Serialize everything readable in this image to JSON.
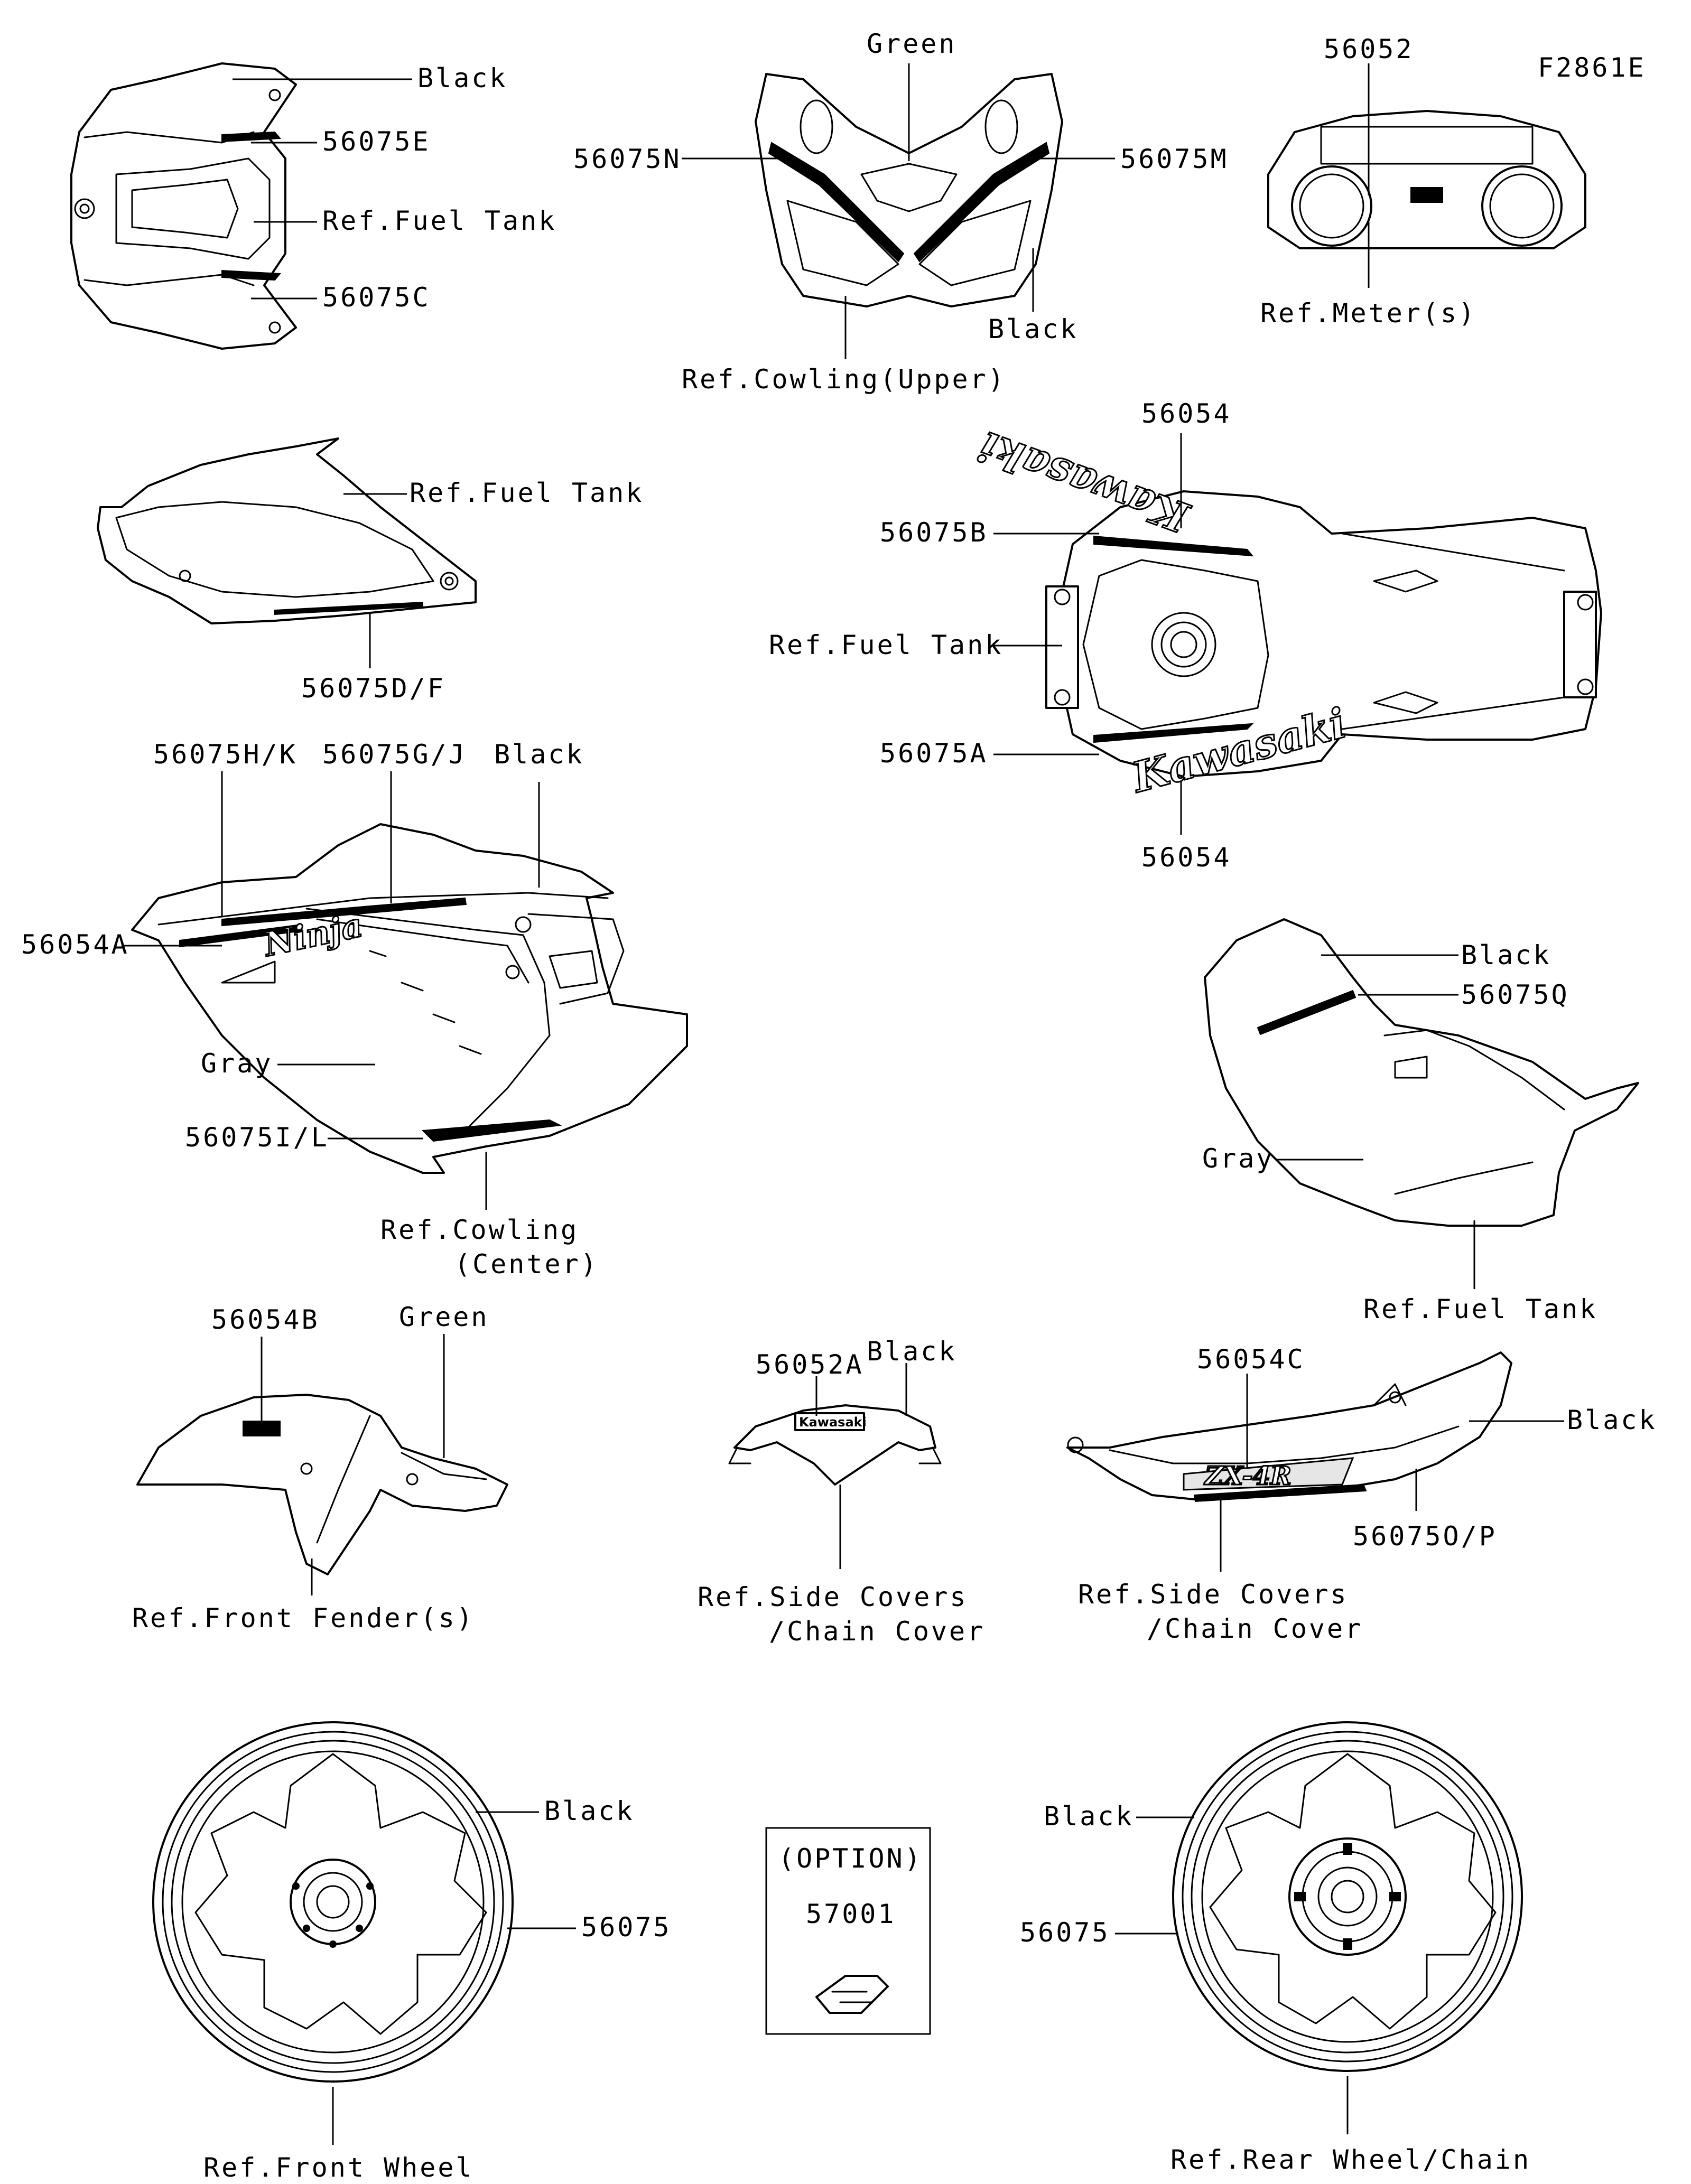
{
  "figure_code": "F2861E",
  "labels": {
    "top_tank_black": "Black",
    "top_tank_56075e": "56075E",
    "top_tank_ref": "Ref.Fuel Tank",
    "top_tank_56075c": "56075C",
    "cowl_green": "Green",
    "cowl_56075n": "56075N",
    "cowl_56075m": "56075M",
    "cowl_black": "Black",
    "cowl_ref": "Ref.Cowling(Upper)",
    "meter_56052": "56052",
    "meter_ref": "Ref.Meter(s)",
    "tank_side_ref": "Ref.Fuel Tank",
    "tank_side_56075df": "56075D/F",
    "tank_top_56054_a": "56054",
    "tank_top_56075b": "56075B",
    "tank_top_ref": "Ref.Fuel Tank",
    "tank_top_56075a": "56075A",
    "tank_top_56054_b": "56054",
    "cc_56075hk": "56075H/K",
    "cc_56075gj": "56075G/J",
    "cc_black": "Black",
    "cc_56054a": "56054A",
    "cc_gray": "Gray",
    "cc_56075il": "56075I/L",
    "cc_ref_1": "Ref.Cowling",
    "cc_ref_2": "(Center)",
    "rt_black": "Black",
    "rt_56075q": "56075Q",
    "rt_gray": "Gray",
    "rt_ref": "Ref.Fuel Tank",
    "ff_56054b": "56054B",
    "ff_green": "Green",
    "ff_ref": "Ref.Front Fender(s)",
    "sc_black": "Black",
    "sc_56052a": "56052A",
    "sc_ref_1": "Ref.Side Covers",
    "sc_ref_2": "/Chain Cover",
    "tail_56054c": "56054C",
    "tail_black": "Black",
    "tail_56075op": "56075O/P",
    "tail_ref_1": "Ref.Side Covers",
    "tail_ref_2": "/Chain Cover",
    "fw_black": "Black",
    "fw_56075": "56075",
    "fw_ref": "Ref.Front Wheel",
    "opt_title": "(OPTION)",
    "opt_57001": "57001",
    "rw_black": "Black",
    "rw_56075": "56075",
    "rw_ref": "Ref.Rear Wheel/Chain"
  },
  "decal_text": {
    "kawasaki": "Kawasaki",
    "ninja": "Ninja"
  },
  "colors": {
    "ink": "#000000",
    "background": "#ffffff"
  }
}
